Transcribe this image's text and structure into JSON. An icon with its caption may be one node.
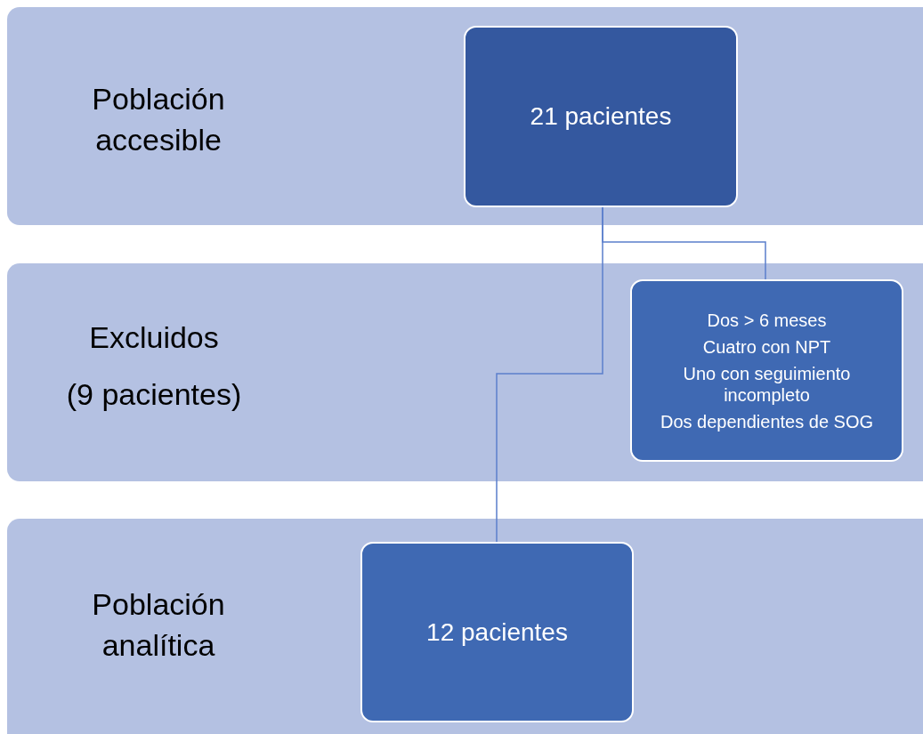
{
  "diagram": {
    "nodes": [
      {
        "text": [
          "Población accesible"
        ]
      },
      {
        "text": [
          "21 pacientes"
        ],
        "in": 0
      },
      {
        "text": [
          "Excluidos",
          "(9 pacientes)"
        ]
      },
      {
        "text": [
          "Dos > 6 meses",
          "Cuatro con NPT",
          "Uno con seguimiento incompleto",
          "Dos dependientes de SOG"
        ],
        "in": 2
      },
      {
        "text": [
          "Población analítica"
        ]
      },
      {
        "text": [
          "12 pacientes"
        ],
        "in": 4
      }
    ],
    "edges": [
      {
        "from": 1,
        "to": 3,
        "arrow": "none"
      },
      {
        "from": 1,
        "to": 5,
        "arrow": "none"
      }
    ]
  }
}
